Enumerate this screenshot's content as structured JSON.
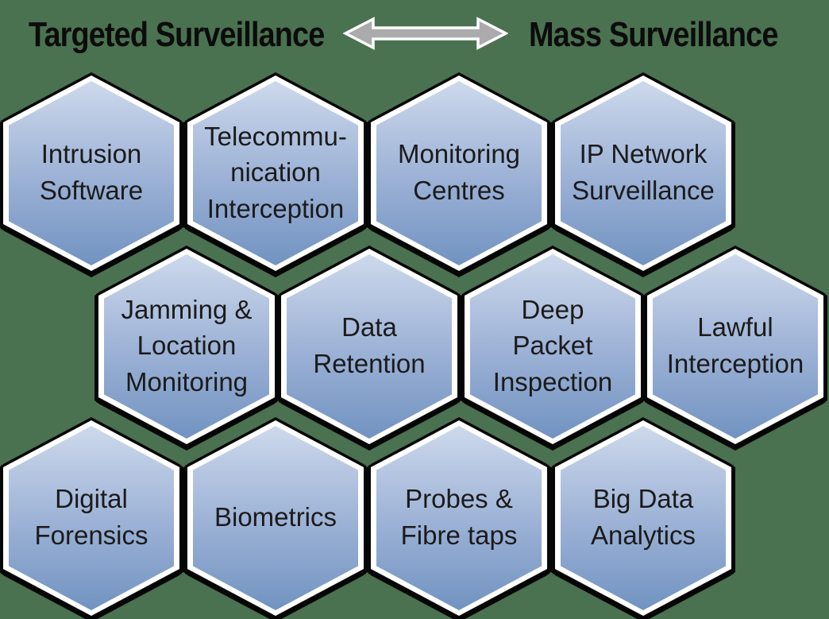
{
  "header": {
    "left_label": "Targeted Surveillance",
    "right_label": "Mass Surveillance",
    "arrow_icon": "left-right-double-arrow"
  },
  "colors": {
    "background_green": "#4a7150",
    "hexagon_fill_top": "#cdd9ec",
    "hexagon_fill_bottom": "#7193c1",
    "hexagon_border": "#ffffff",
    "hexagon_outline": "#060606",
    "arrow_fill": "#ababab",
    "arrow_border": "#ffffff",
    "text": "#1b1b1b"
  },
  "hexagons": {
    "rows": [
      {
        "items": [
          {
            "label": "Intrusion\nSoftware"
          },
          {
            "label": "Telecommu-\nnication\nInterception"
          },
          {
            "label": "Monitoring\nCentres"
          },
          {
            "label": "IP Network\nSurveillance"
          }
        ]
      },
      {
        "items": [
          {
            "label": "Jamming &\nLocation\nMonitoring"
          },
          {
            "label": "Data\nRetention"
          },
          {
            "label": "Deep\nPacket\nInspection"
          },
          {
            "label": "Lawful\nInterception"
          }
        ]
      },
      {
        "items": [
          {
            "label": "Digital\nForensics"
          },
          {
            "label": "Biometrics"
          },
          {
            "label": "Probes &\nFibre taps"
          },
          {
            "label": "Big Data\nAnalytics"
          }
        ]
      }
    ]
  }
}
